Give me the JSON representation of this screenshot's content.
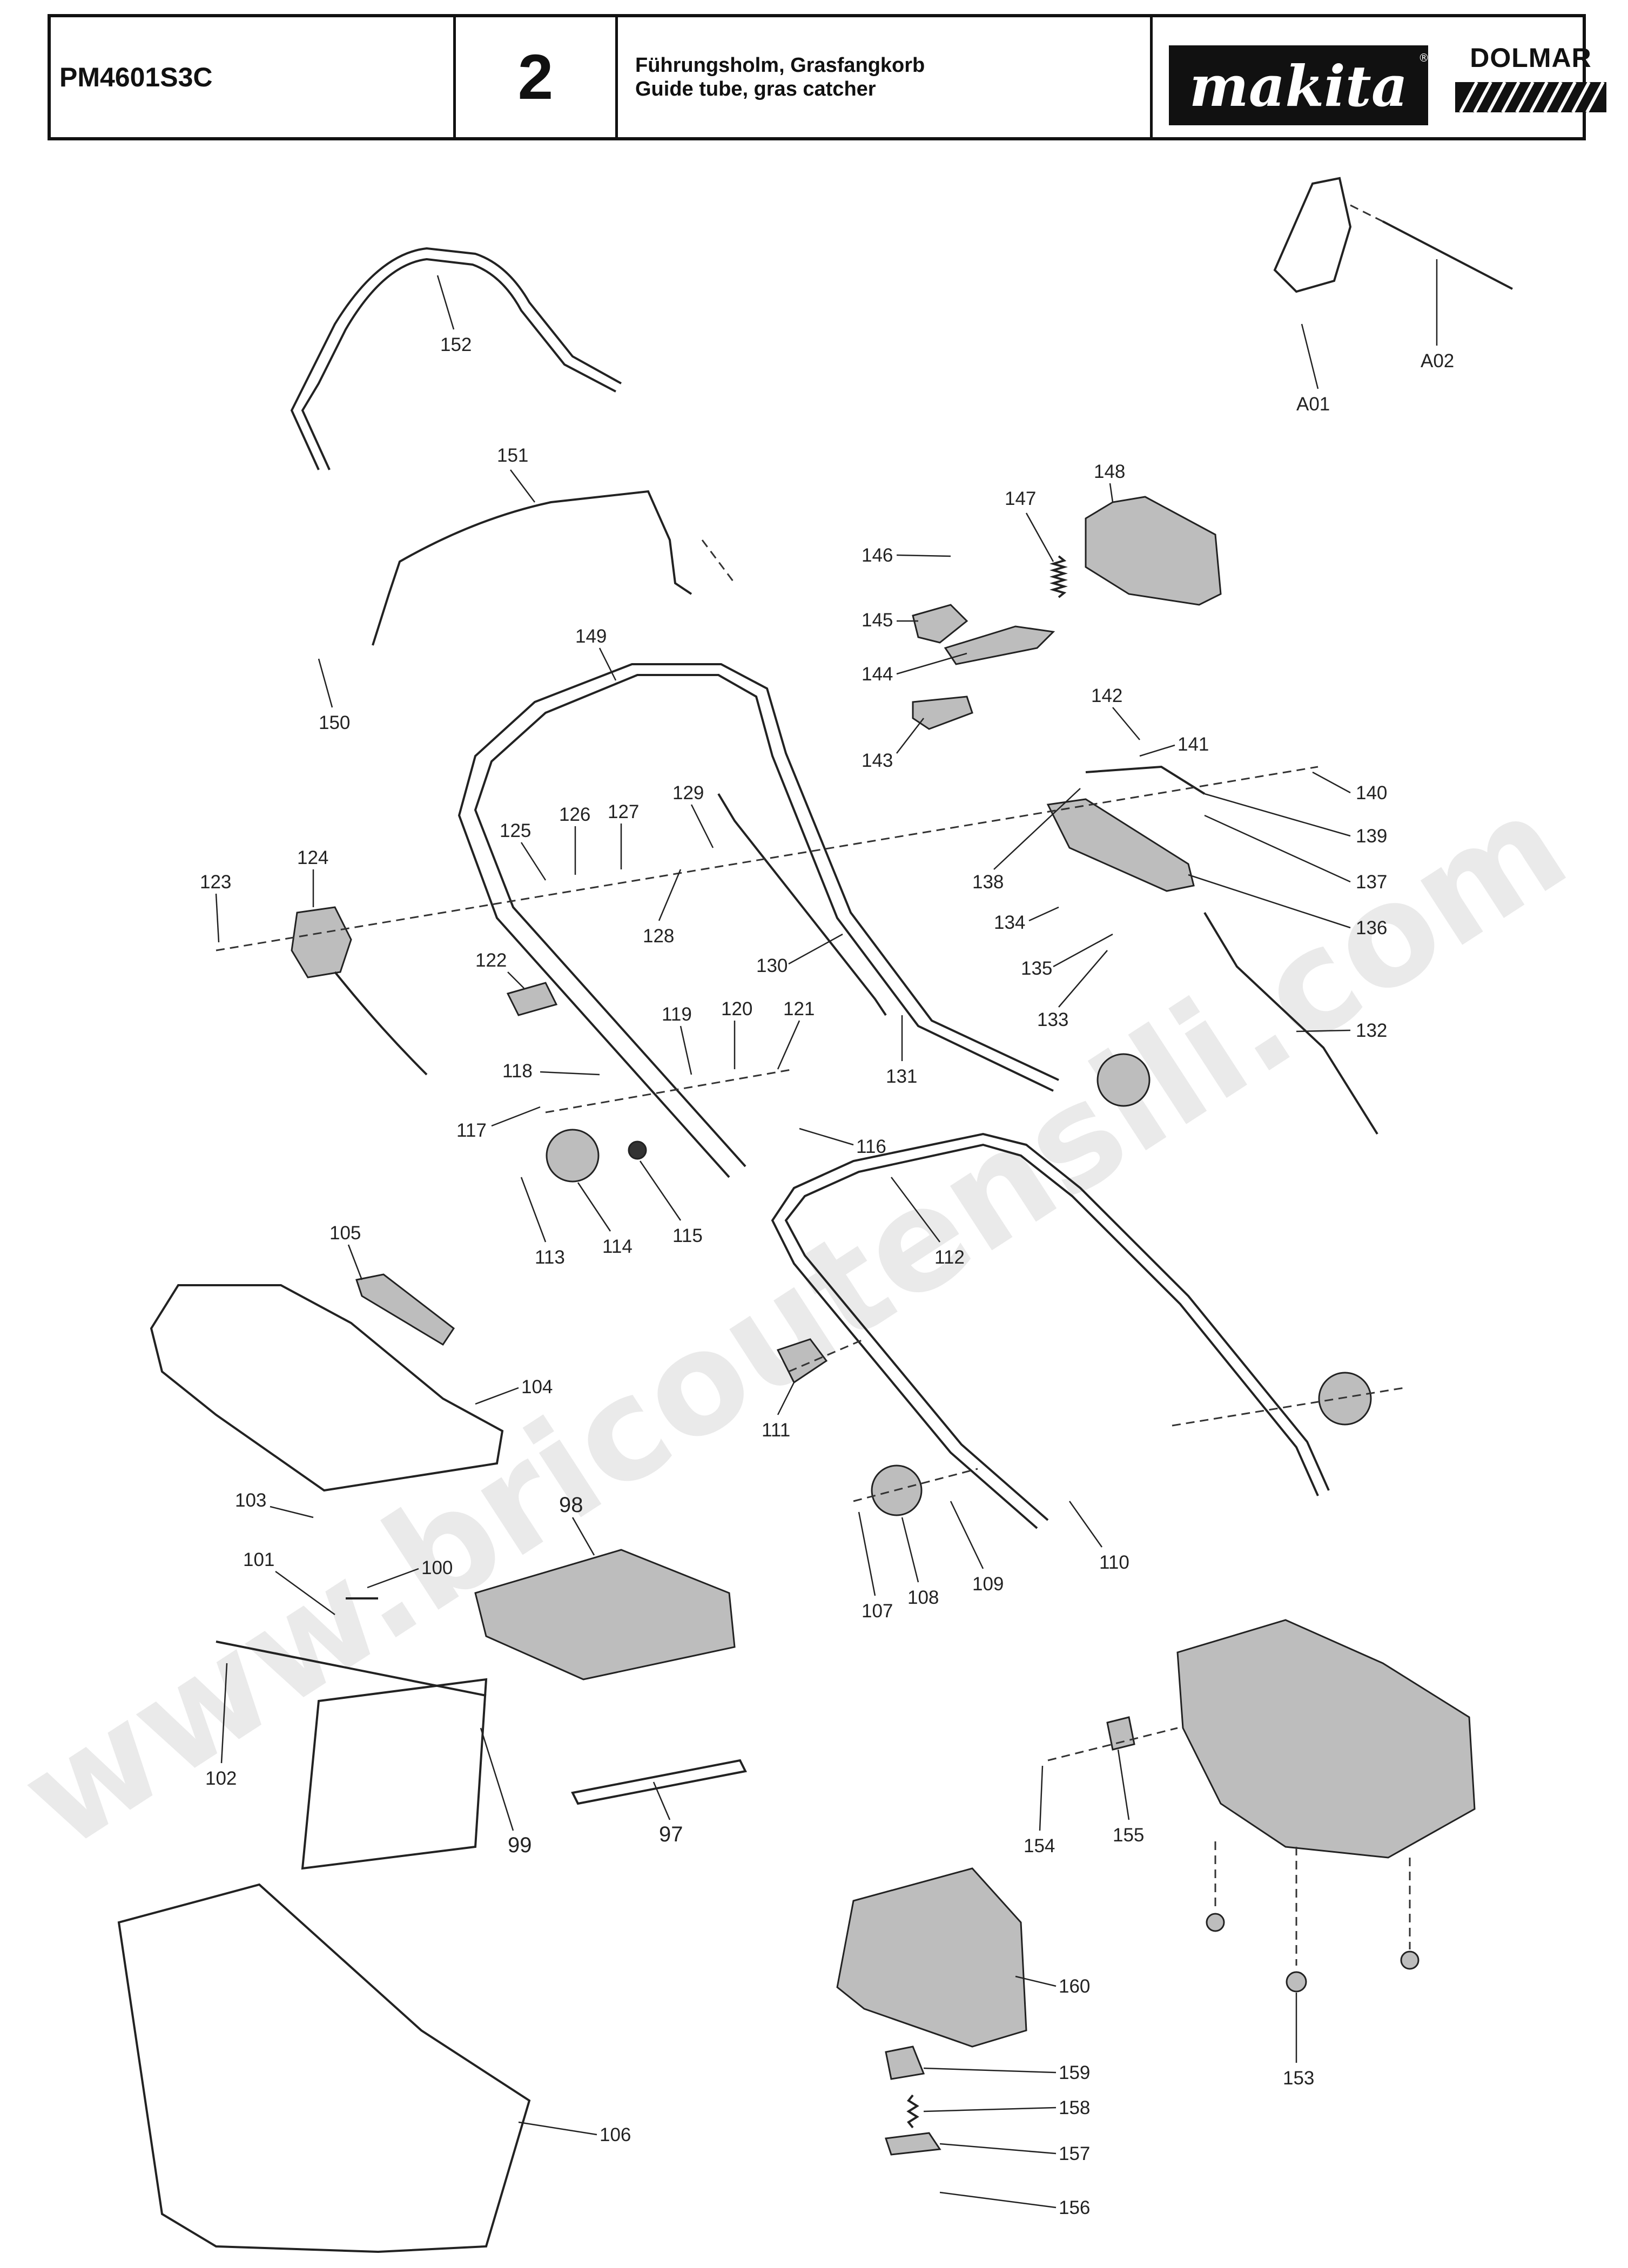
{
  "header": {
    "model": "PM4601S3C",
    "page_number": "2",
    "title_de": "Führungsholm, Grasfangkorb",
    "title_en": "Guide tube, gras catcher",
    "brand_primary": "makita",
    "brand_secondary": "DOLMAR"
  },
  "watermark": "www.bricoutensili.com",
  "parts": [
    {
      "id": "p152",
      "label": "152"
    },
    {
      "id": "pA01",
      "label": "A01"
    },
    {
      "id": "pA02",
      "label": "A02"
    },
    {
      "id": "p151",
      "label": "151"
    },
    {
      "id": "p148",
      "label": "148"
    },
    {
      "id": "p147",
      "label": "147"
    },
    {
      "id": "p146",
      "label": "146"
    },
    {
      "id": "p145",
      "label": "145"
    },
    {
      "id": "p144",
      "label": "144"
    },
    {
      "id": "p149",
      "label": "149"
    },
    {
      "id": "p150",
      "label": "150"
    },
    {
      "id": "p143",
      "label": "143"
    },
    {
      "id": "p142",
      "label": "142"
    },
    {
      "id": "p141",
      "label": "141"
    },
    {
      "id": "p140",
      "label": "140"
    },
    {
      "id": "p139",
      "label": "139"
    },
    {
      "id": "p129",
      "label": "129"
    },
    {
      "id": "p126",
      "label": "126"
    },
    {
      "id": "p127",
      "label": "127"
    },
    {
      "id": "p125",
      "label": "125"
    },
    {
      "id": "p124",
      "label": "124"
    },
    {
      "id": "p123",
      "label": "123"
    },
    {
      "id": "p138",
      "label": "138"
    },
    {
      "id": "p137",
      "label": "137"
    },
    {
      "id": "p136",
      "label": "136"
    },
    {
      "id": "p128",
      "label": "128"
    },
    {
      "id": "p134",
      "label": "134"
    },
    {
      "id": "p130",
      "label": "130"
    },
    {
      "id": "p135",
      "label": "135"
    },
    {
      "id": "p122",
      "label": "122"
    },
    {
      "id": "p133",
      "label": "133"
    },
    {
      "id": "p132",
      "label": "132"
    },
    {
      "id": "p119",
      "label": "119"
    },
    {
      "id": "p120",
      "label": "120"
    },
    {
      "id": "p121",
      "label": "121"
    },
    {
      "id": "p118",
      "label": "118"
    },
    {
      "id": "p131",
      "label": "131"
    },
    {
      "id": "p117",
      "label": "117"
    },
    {
      "id": "p116",
      "label": "116"
    },
    {
      "id": "p113",
      "label": "113"
    },
    {
      "id": "p114",
      "label": "114"
    },
    {
      "id": "p115",
      "label": "115"
    },
    {
      "id": "p112",
      "label": "112"
    },
    {
      "id": "p105",
      "label": "105"
    },
    {
      "id": "p104",
      "label": "104"
    },
    {
      "id": "p111",
      "label": "111"
    },
    {
      "id": "p103",
      "label": "103"
    },
    {
      "id": "p98",
      "label": "98"
    },
    {
      "id": "p101",
      "label": "101"
    },
    {
      "id": "p100",
      "label": "100"
    },
    {
      "id": "p110",
      "label": "110"
    },
    {
      "id": "p107",
      "label": "107"
    },
    {
      "id": "p108",
      "label": "108"
    },
    {
      "id": "p109",
      "label": "109"
    },
    {
      "id": "p102",
      "label": "102"
    },
    {
      "id": "p99",
      "label": "99"
    },
    {
      "id": "p97",
      "label": "97"
    },
    {
      "id": "p154",
      "label": "154"
    },
    {
      "id": "p155",
      "label": "155"
    },
    {
      "id": "p160",
      "label": "160"
    },
    {
      "id": "p106",
      "label": "106"
    },
    {
      "id": "p159",
      "label": "159"
    },
    {
      "id": "p158",
      "label": "158"
    },
    {
      "id": "p153",
      "label": "153"
    },
    {
      "id": "p157",
      "label": "157"
    },
    {
      "id": "p156",
      "label": "156"
    }
  ]
}
